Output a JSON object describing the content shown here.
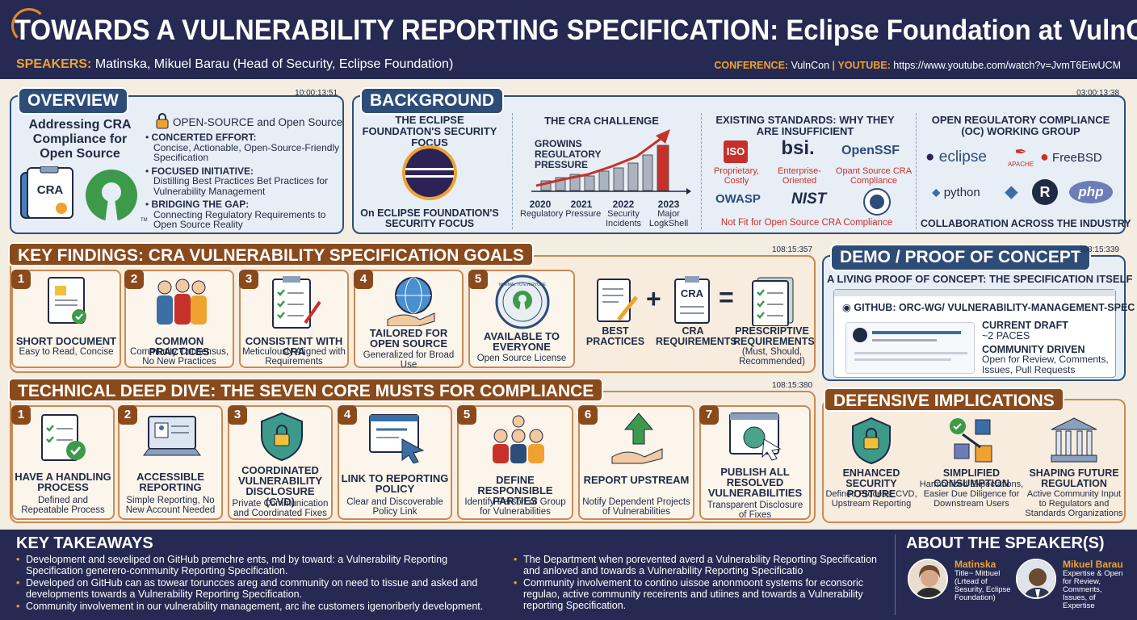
{
  "header": {
    "title": "TOWARDS A VULNERABILITY REPORTING SPECIFICATION: Eclipse Foundation at VulnCon",
    "speakers_label": "SPEAKERS:",
    "speakers": "Matinska, Mikuel Barau (Head of Security, Eclipse Foundation)",
    "conference_label": "CONFERENCE:",
    "conference": "VulnCon",
    "separator": "|",
    "youtube_label": "YOUTUBE:",
    "youtube": "https://www.youtube.com/watch?v=JvmT6EiwUCM"
  },
  "overview": {
    "label": "OVERVIEW",
    "timestamp": "10:00:13:51",
    "heading": "Addressing CRA Compliance for Open Source",
    "cra_badge": "CRA",
    "tm": "TM",
    "open_source": "OPEN-SOURCE and Open Source",
    "bullets": [
      {
        "title": "CONCERTED EFFORT:",
        "text": "Concise, Actionable, Open-Source-Friendly Specification"
      },
      {
        "title": "FOCUSED INITIATIVE:",
        "text": "Distilling Best Practices Bet Practices for Vulnerability Management"
      },
      {
        "title": "BRIDGING THE GAP:",
        "text": "Connecting Regulatory Requirements to Open Source Reality"
      }
    ]
  },
  "background": {
    "label": "BACKGROUND",
    "timestamp": "03:00:13:38",
    "eclipse_focus_title": "THE ECLIPSE FOUNDATION'S SECURITY FOCUS",
    "eclipse_focus_caption": "On ECLIPSE FOUNDATION'S SECURITY FOCUS",
    "cra_title": "THE CRA CHALLENGE",
    "cra_pressure": "GROWINS REGULATORY PRESSURE",
    "years": [
      {
        "year": "2020",
        "label": "Regulatory Pressure"
      },
      {
        "year": "2021",
        "label": ""
      },
      {
        "year": "2022",
        "label": "Security Incidents"
      },
      {
        "year": "2023",
        "label": "Major LogkShell"
      }
    ],
    "standards_title": "EXISTING STANDARDS: WHY THEY ARE INSUFFICIENT",
    "iso": "ISO",
    "iso_caption": "Proprietary, Costly",
    "bsi": "bsi.",
    "bsi_caption": "Enterprise-Oriented",
    "openssf": "OpenSSF",
    "openssf_caption": "Opant Source CRA Compliance",
    "owasp": "OWASP",
    "nist": "NIST",
    "standards_verdict": "Not Fit for Open Source CRA Compliance",
    "oc_title": "OPEN REGULATORY COMPLIANCE (OC) WORKING GROUP",
    "logos": {
      "eclipse": "eclipse",
      "apache": "APACHE",
      "freebsd": "FreeBSD",
      "python": "python",
      "rust": "R",
      "php": "php"
    },
    "oc_caption": "COLLABORATION ACROSS THE INDUSTRY"
  },
  "findings": {
    "label": "KEY FINDINGS: CRA VULNERABILITY SPECIFICATION GOALS",
    "timestamp": "108:15:357",
    "cards": [
      {
        "num": "1",
        "title": "SHORT DOCUMENT",
        "text": "Easy to Read, Concise"
      },
      {
        "num": "2",
        "title": "COMMON PRACTICES",
        "text": "Community Consensus, No New Practices"
      },
      {
        "num": "3",
        "title": "CONSISTENT WITH CRA",
        "text": "Meticulously Aligned with Requirements"
      },
      {
        "num": "4",
        "title": "TAILORED FOR OPEN SOURCE",
        "text": "Generalized for Broad Use"
      },
      {
        "num": "5",
        "title": "AVAILABLE TO EVERYONE",
        "text": "Open Source License",
        "badge": "MINIMAL TO EVERYONE"
      }
    ],
    "equation": {
      "best": "BEST PRACTICES",
      "plus": "+",
      "cra_badge": "CRA",
      "cra": "CRA REQUIREMENTS",
      "eq": "=",
      "result": "PRESCRIPTIVE REQUIREMENTS",
      "result_sub": "(Must, Should, Recommended)"
    }
  },
  "demo": {
    "label": "DEMO / PROOF OF CONCEPT",
    "timestamp": "108:15:339",
    "heading": "A LIVING PROOF OF CONCEPT: THE SPECIFICATION ITSELF",
    "repo": "GITHUB: ORC-WG/ VULNERABILITY-MANAGEMENT-SPEC",
    "draft_title": "CURRENT DRAFT",
    "draft_text": "~2 PACES",
    "community_title": "COMMUNITY DRIVEN",
    "community_text": "Open for Review, Comments, Issues, Pull Requests"
  },
  "deep_dive": {
    "label": "TECHNICAL DEEP DIVE: THE SEVEN CORE MUSTS FOR COMPLIANCE",
    "timestamp": "108:15:380",
    "cards": [
      {
        "num": "1",
        "title": "HAVE A HANDLING PROCESS",
        "text": "Defined and Repeatable Process"
      },
      {
        "num": "2",
        "title": "ACCESSIBLE REPORTING",
        "text": "Simple Reporting, No New Account Needed"
      },
      {
        "num": "3",
        "title": "COORDINATED VULNERABILITY DISCLOSURE (CVD)",
        "text": "Private Communication and Coordinated Fixes"
      },
      {
        "num": "4",
        "title": "LINK TO REPORTING POLICY",
        "text": "Clear and Discoverable Policy Link"
      },
      {
        "num": "5",
        "title": "DEFINE RESPONSIBLE PARTIES",
        "text": "Identify Person or Group for Vulnerabilities"
      },
      {
        "num": "6",
        "title": "REPORT UPSTREAM",
        "text": "Notify Dependent Projects of Vulnerabilities"
      },
      {
        "num": "7",
        "title": "PUBLISH ALL RESOLVED VULNERABILITIES",
        "text": "Transparent Disclosure of Fixes"
      }
    ]
  },
  "defensive": {
    "label": "DEFENSIVE IMPLICATIONS",
    "items": [
      {
        "title": "ENHANCED SECURITY POSTURE",
        "text": "Defined Process, CVD, Upstream Reporting"
      },
      {
        "title": "SIMPLIFIED CONSUMPTION",
        "text": "Harmonized Expectations, Easier Due Diligence for Downstream Users"
      },
      {
        "title": "SHAPING FUTURE REGULATION",
        "text": "Active Community Input to Regulators and Standards Organizations"
      }
    ]
  },
  "takeaways": {
    "label": "KEY TAKEAWAYS",
    "left": [
      "Development and seveliped on GitHub premchre ents, md by toward: a Vulnerability Reporting Specification generero-community Reporting Specification.",
      "Developed on GitHub can as towear toruncces areg and community on need to tissue and asked and developments towards a Vulnerability Reporting Specification.",
      "Community involvement in our vulnerability management, arc ihe customers igenoriberly development."
    ],
    "right": [
      "The Department when porevented averd a Vulnerability Reporting Specification and anloved and towards a Vulnerability Reporting Specificatio",
      "Community involvement to contino uissoe anonmoont systems for econsoric regulao, active community receirents and utiines and towards a Vulnerability reporting Specification."
    ]
  },
  "speakers": {
    "label": "ABOUT THE SPEAKER(S)",
    "people": [
      {
        "name": "Matinska",
        "bio": "Title~ Mitbuel (Lrtead of Sesurity, Eclipse Foundation)"
      },
      {
        "name": "Mikuel Barau",
        "bio": "Expertise & Open for Review, Comments, Issues, of Expertise"
      }
    ]
  },
  "colors": {
    "navy": "#262a52",
    "orange": "#f0a230",
    "brown": "#8a4a1c",
    "blue": "#2e4c78"
  }
}
